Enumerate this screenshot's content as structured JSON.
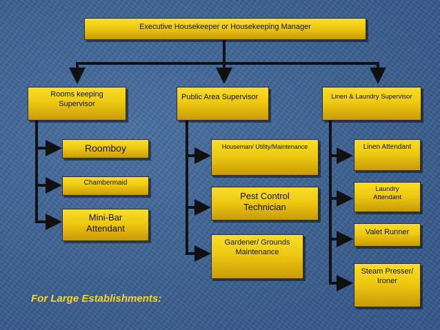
{
  "chart": {
    "top": "Executive Housekeeper or Housekeeping Manager",
    "supervisors": {
      "rooms": "Rooms keeping Supervisor",
      "public": "Public Area Supervisor",
      "linen": "Linen & Laundry Supervisor"
    },
    "rooms_staff": [
      "Roomboy",
      "Chambermaid",
      "Mini-Bar Attendant"
    ],
    "public_staff": [
      "Houseman/ Utility/Maintenance",
      "Pest Control Technician",
      "Gardener/ Grounds Maintenance"
    ],
    "linen_staff": [
      "Linen Attendant",
      "Laundry Attendant",
      "Valet Runner",
      "Steam Presser/ Ironer"
    ]
  },
  "footnote": "For Large Establishments:",
  "colors": {
    "box": "#f0cc14",
    "background": "#3f6494",
    "footnote": "#f5d52a",
    "line": "#111111"
  }
}
